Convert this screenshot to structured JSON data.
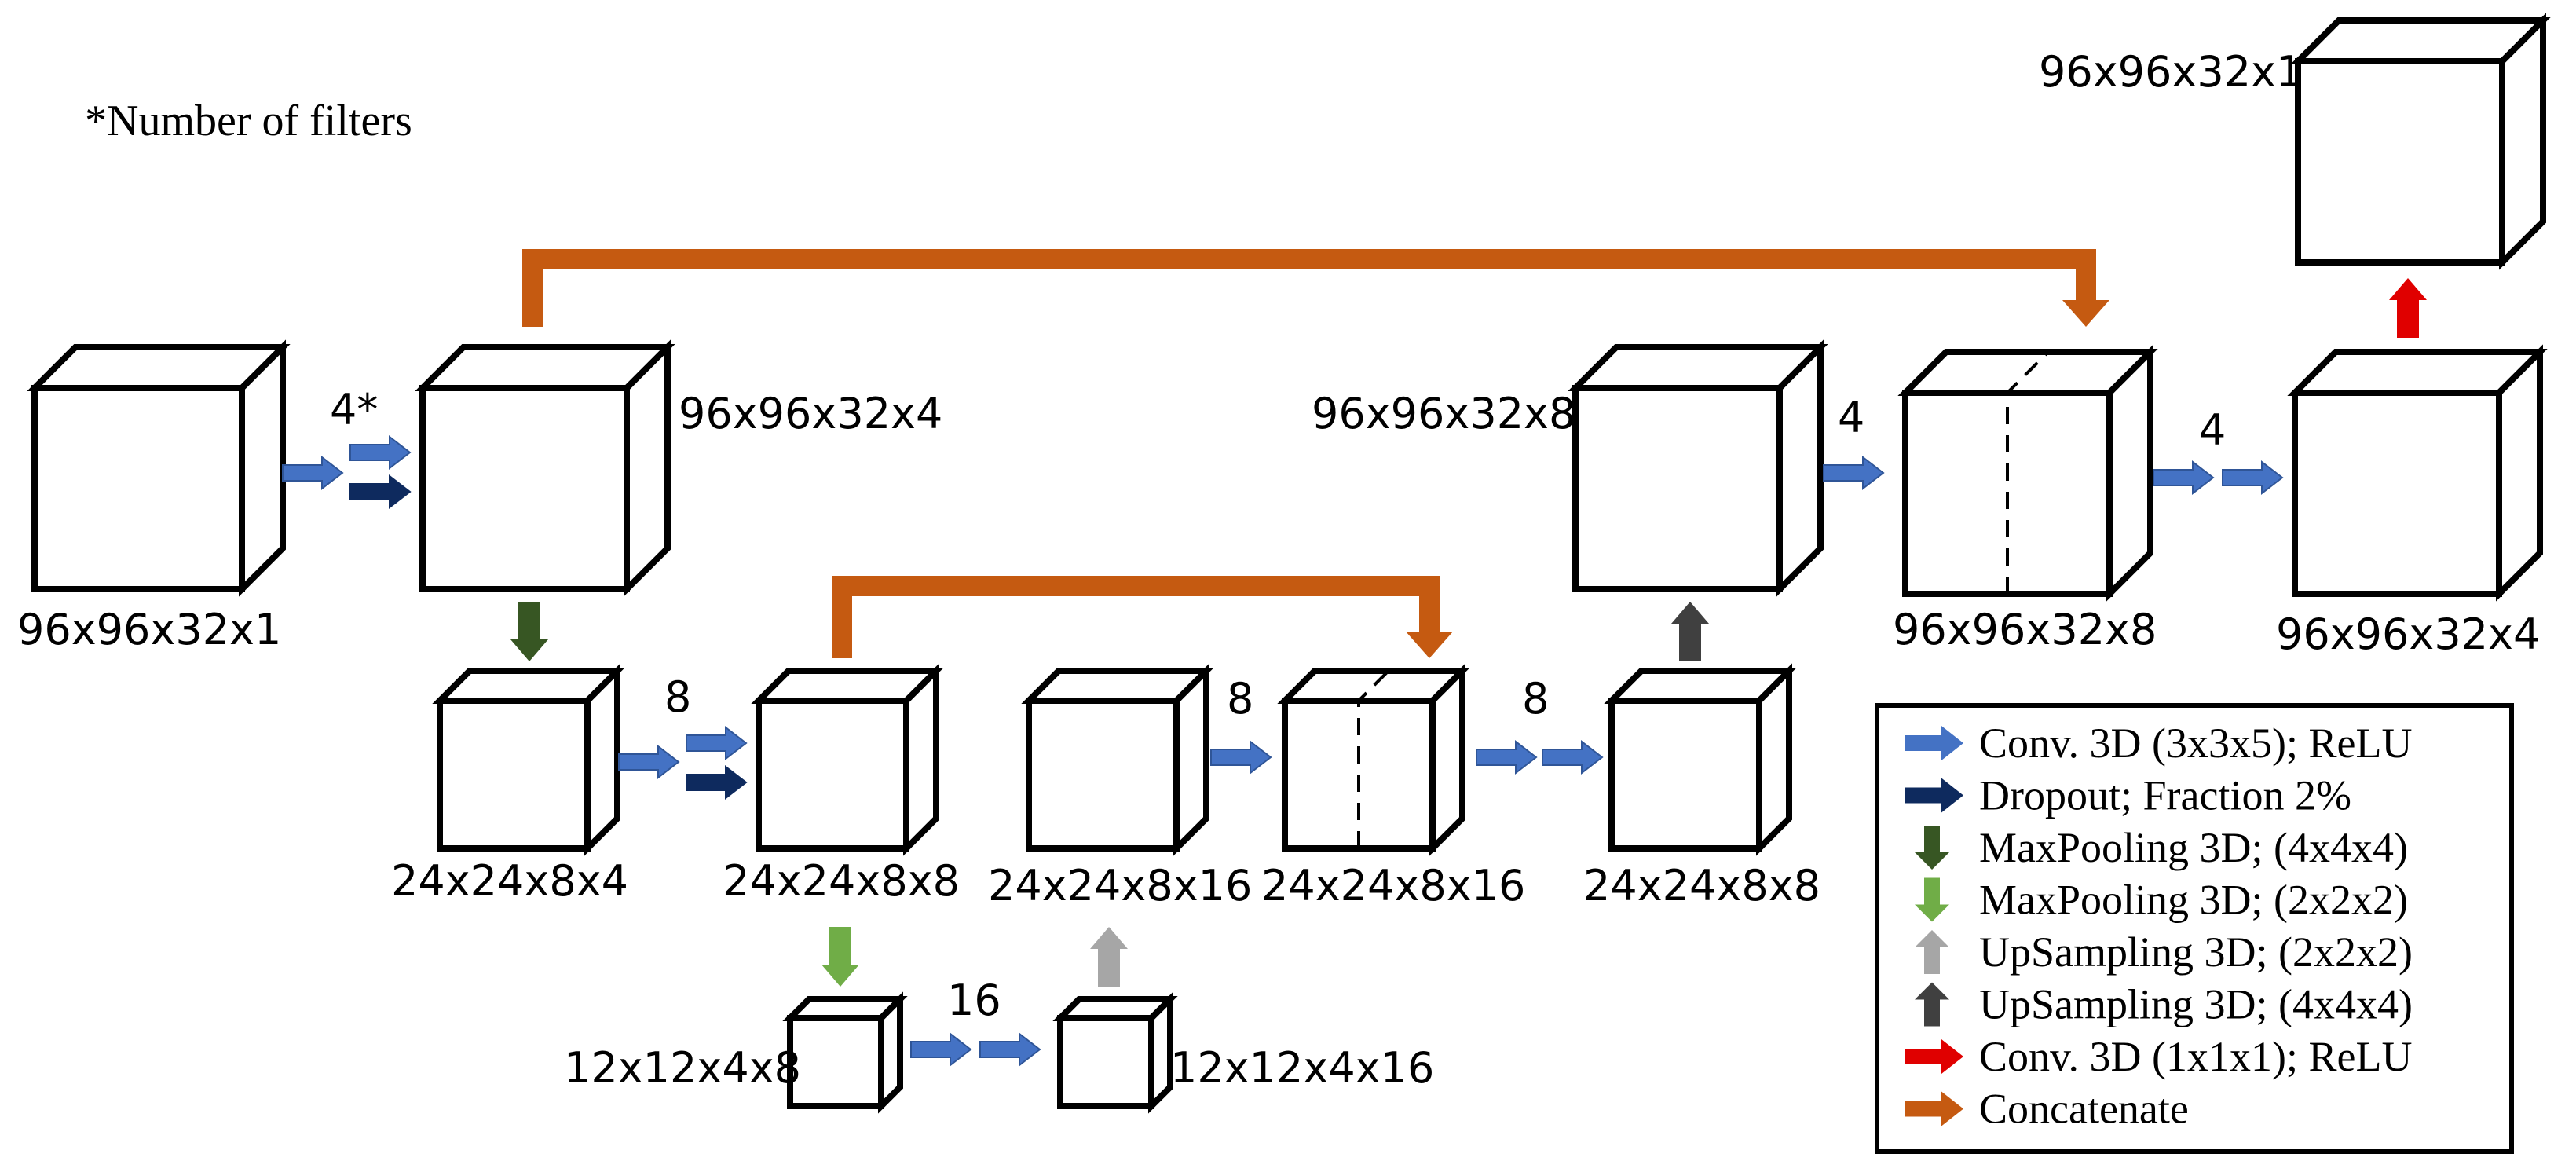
{
  "note": "*Number of filters",
  "colors": {
    "conv": "#4472C4",
    "dropout": "#0E2A5E",
    "maxpool4": "#375623",
    "maxpool2": "#70AD47",
    "upsample2": "#A6A6A6",
    "upsample4": "#404040",
    "conv1x1": "#E00000",
    "concat": "#C55A11"
  },
  "shapes": {
    "input": "96x96x32x1",
    "enc1": "96x96x32x4",
    "pool1": "24x24x8x4",
    "enc2": "24x24x8x8",
    "pool2": "12x12x4x8",
    "bottleneck": "12x12x4x16",
    "up1": "24x24x8x16",
    "concat1": "24x24x8x16",
    "dec1": "24x24x8x8",
    "up2": "96x96x32x8",
    "concat2": "96x96x32x8",
    "dec2": "96x96x32x4",
    "output": "96x96x32x1"
  },
  "filters": {
    "enc1": "4*",
    "enc2": "8",
    "bottleneck": "16",
    "dec1_a": "8",
    "dec1_b": "8",
    "dec2_a": "4",
    "dec2_b": "4"
  },
  "legend": [
    {
      "icon": "conv-arrow-icon",
      "color_key": "conv",
      "direction": "right",
      "label": "Conv. 3D (3x3x5); ReLU"
    },
    {
      "icon": "dropout-arrow-icon",
      "color_key": "dropout",
      "direction": "right",
      "label": "Dropout; Fraction 2%"
    },
    {
      "icon": "maxpool-4-arrow-icon",
      "color_key": "maxpool4",
      "direction": "down",
      "label": "MaxPooling 3D; (4x4x4)"
    },
    {
      "icon": "maxpool-2-arrow-icon",
      "color_key": "maxpool2",
      "direction": "down",
      "label": "MaxPooling 3D; (2x2x2)"
    },
    {
      "icon": "upsample-2-arrow-icon",
      "color_key": "upsample2",
      "direction": "up",
      "label": "UpSampling 3D; (2x2x2)"
    },
    {
      "icon": "upsample-4-arrow-icon",
      "color_key": "upsample4",
      "direction": "up",
      "label": "UpSampling 3D; (4x4x4)"
    },
    {
      "icon": "conv-1x1-arrow-icon",
      "color_key": "conv1x1",
      "direction": "right",
      "label": "Conv. 3D (1x1x1); ReLU"
    },
    {
      "icon": "concatenate-arrow-icon",
      "color_key": "concat",
      "direction": "right",
      "label": "Concatenate"
    }
  ]
}
